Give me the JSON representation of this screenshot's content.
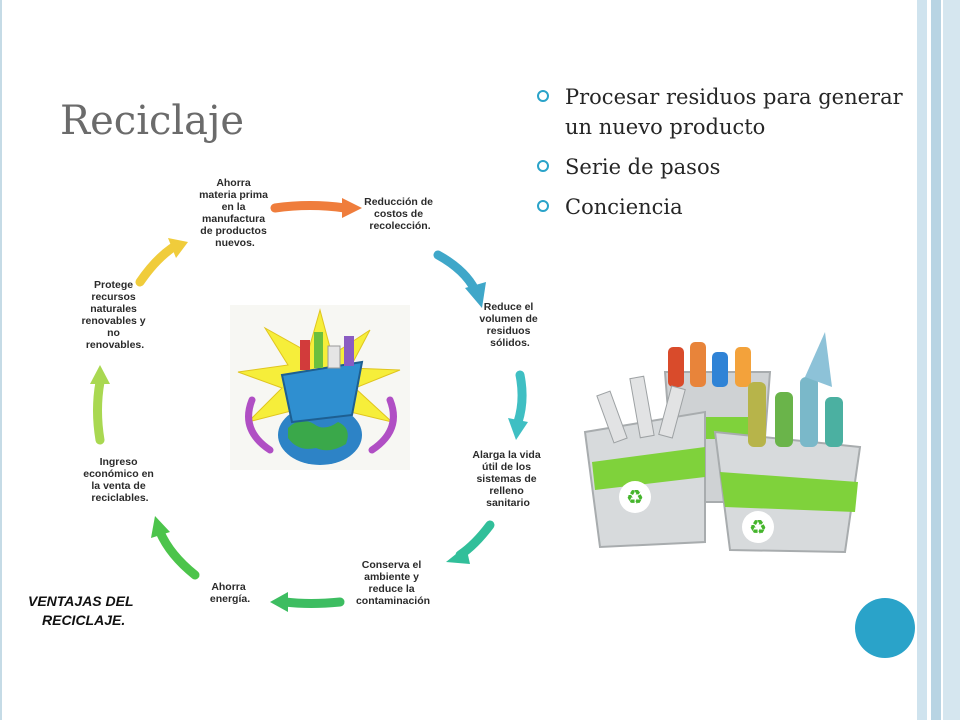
{
  "slide": {
    "title": "Reciclaje",
    "bullets": [
      "Procesar residuos para generar un nuevo producto",
      "Serie de pasos",
      "Conciencia"
    ]
  },
  "cycle": {
    "items": [
      [
        "Ahorra",
        "materia prima",
        "en la",
        "manufactura",
        "de productos",
        "nuevos."
      ],
      [
        "Reducción de",
        "costos de",
        "recolección."
      ],
      [
        "Reduce el",
        "volumen de",
        "residuos",
        "sólidos."
      ],
      [
        "Alarga la vida",
        "útil de los",
        "sistemas de",
        "relleno",
        "sanitario"
      ],
      [
        "Conserva el",
        "ambiente y",
        "reduce la",
        "contaminación"
      ],
      [
        "Ahorra",
        "energía."
      ],
      [
        "Ingreso",
        "económico en",
        "la venta de",
        "reciclables."
      ],
      [
        "Protege",
        "recursos",
        "naturales",
        "renovables y",
        "no",
        "renovables."
      ]
    ],
    "footer": [
      "VENTAJAS DEL",
      "RECICLAJE."
    ]
  },
  "colors": {
    "accent": "#2aa3c9",
    "title": "#6b6b6b"
  }
}
